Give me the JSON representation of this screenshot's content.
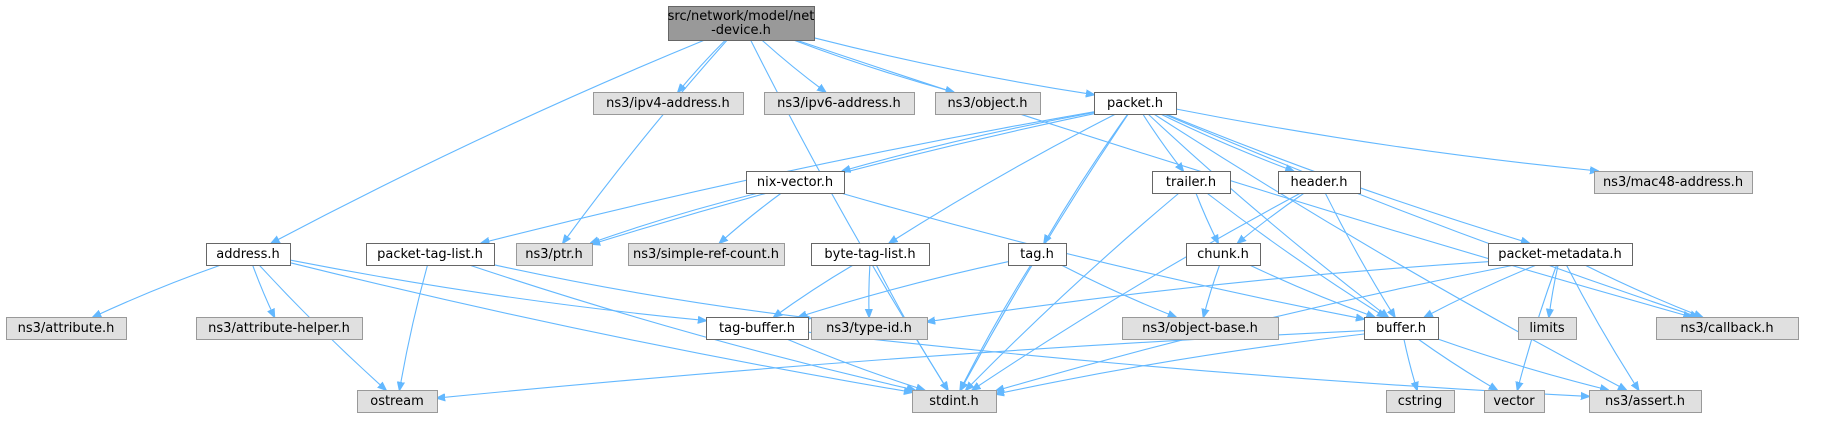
{
  "diagram": {
    "nodes": [
      {
        "id": "root",
        "kind": "root",
        "lines": [
          "src/network/model/net",
          "-device.h"
        ]
      },
      {
        "id": "address",
        "kind": "local",
        "lines": [
          "address.h"
        ]
      },
      {
        "id": "ipv4",
        "kind": "external",
        "lines": [
          "ns3/ipv4-address.h"
        ]
      },
      {
        "id": "ipv6",
        "kind": "external",
        "lines": [
          "ns3/ipv6-address.h"
        ]
      },
      {
        "id": "object",
        "kind": "external",
        "lines": [
          "ns3/object.h"
        ]
      },
      {
        "id": "packet",
        "kind": "local",
        "lines": [
          "packet.h"
        ]
      },
      {
        "id": "nixvector",
        "kind": "local",
        "lines": [
          "nix-vector.h"
        ]
      },
      {
        "id": "trailer",
        "kind": "local",
        "lines": [
          "trailer.h"
        ]
      },
      {
        "id": "header",
        "kind": "local",
        "lines": [
          "header.h"
        ]
      },
      {
        "id": "mac48",
        "kind": "external",
        "lines": [
          "ns3/mac48-address.h"
        ]
      },
      {
        "id": "packettaglist",
        "kind": "local",
        "lines": [
          "packet-tag-list.h"
        ]
      },
      {
        "id": "ptr",
        "kind": "external",
        "lines": [
          "ns3/ptr.h"
        ]
      },
      {
        "id": "simplerefcount",
        "kind": "external",
        "lines": [
          "ns3/simple-ref-count.h"
        ]
      },
      {
        "id": "bytetaglist",
        "kind": "local",
        "lines": [
          "byte-tag-list.h"
        ]
      },
      {
        "id": "tag",
        "kind": "local",
        "lines": [
          "tag.h"
        ]
      },
      {
        "id": "chunk",
        "kind": "local",
        "lines": [
          "chunk.h"
        ]
      },
      {
        "id": "packetmetadata",
        "kind": "local",
        "lines": [
          "packet-metadata.h"
        ]
      },
      {
        "id": "attribute",
        "kind": "external",
        "lines": [
          "ns3/attribute.h"
        ]
      },
      {
        "id": "attributehelper",
        "kind": "external",
        "lines": [
          "ns3/attribute-helper.h"
        ]
      },
      {
        "id": "tagbuffer",
        "kind": "local",
        "lines": [
          "tag-buffer.h"
        ]
      },
      {
        "id": "typeid",
        "kind": "external",
        "lines": [
          "ns3/type-id.h"
        ]
      },
      {
        "id": "objectbase",
        "kind": "external",
        "lines": [
          "ns3/object-base.h"
        ]
      },
      {
        "id": "buffer",
        "kind": "local",
        "lines": [
          "buffer.h"
        ]
      },
      {
        "id": "limits",
        "kind": "external",
        "lines": [
          "limits"
        ]
      },
      {
        "id": "callback",
        "kind": "external",
        "lines": [
          "ns3/callback.h"
        ]
      },
      {
        "id": "ostream",
        "kind": "external",
        "lines": [
          "ostream"
        ]
      },
      {
        "id": "stdint",
        "kind": "external",
        "lines": [
          "stdint.h"
        ]
      },
      {
        "id": "cstring",
        "kind": "external",
        "lines": [
          "cstring"
        ]
      },
      {
        "id": "vector",
        "kind": "external",
        "lines": [
          "vector"
        ]
      },
      {
        "id": "assert",
        "kind": "external",
        "lines": [
          "ns3/assert.h"
        ]
      }
    ],
    "edges": [
      [
        "root",
        "address"
      ],
      [
        "root",
        "ipv4"
      ],
      [
        "root",
        "ipv6"
      ],
      [
        "root",
        "object"
      ],
      [
        "root",
        "packet"
      ],
      [
        "root",
        "ptr"
      ],
      [
        "root",
        "stdint"
      ],
      [
        "root",
        "callback"
      ],
      [
        "address",
        "attribute"
      ],
      [
        "address",
        "attributehelper"
      ],
      [
        "address",
        "tagbuffer"
      ],
      [
        "address",
        "ostream"
      ],
      [
        "address",
        "stdint"
      ],
      [
        "packet",
        "nixvector"
      ],
      [
        "packet",
        "trailer"
      ],
      [
        "packet",
        "header"
      ],
      [
        "packet",
        "mac48"
      ],
      [
        "packet",
        "packettaglist"
      ],
      [
        "packet",
        "ptr"
      ],
      [
        "packet",
        "bytetaglist"
      ],
      [
        "packet",
        "tag"
      ],
      [
        "packet",
        "packetmetadata"
      ],
      [
        "packet",
        "buffer"
      ],
      [
        "packet",
        "callback"
      ],
      [
        "packet",
        "stdint"
      ],
      [
        "packet",
        "assert"
      ],
      [
        "nixvector",
        "ptr"
      ],
      [
        "nixvector",
        "simplerefcount"
      ],
      [
        "nixvector",
        "buffer"
      ],
      [
        "trailer",
        "chunk"
      ],
      [
        "trailer",
        "buffer"
      ],
      [
        "trailer",
        "stdint"
      ],
      [
        "header",
        "chunk"
      ],
      [
        "header",
        "buffer"
      ],
      [
        "header",
        "stdint"
      ],
      [
        "packettaglist",
        "typeid"
      ],
      [
        "packettaglist",
        "ostream"
      ],
      [
        "packettaglist",
        "stdint"
      ],
      [
        "bytetaglist",
        "tagbuffer"
      ],
      [
        "bytetaglist",
        "typeid"
      ],
      [
        "bytetaglist",
        "stdint"
      ],
      [
        "tag",
        "tagbuffer"
      ],
      [
        "tag",
        "objectbase"
      ],
      [
        "tag",
        "stdint"
      ],
      [
        "chunk",
        "objectbase"
      ],
      [
        "chunk",
        "buffer"
      ],
      [
        "packetmetadata",
        "typeid"
      ],
      [
        "packetmetadata",
        "buffer"
      ],
      [
        "packetmetadata",
        "limits"
      ],
      [
        "packetmetadata",
        "callback"
      ],
      [
        "packetmetadata",
        "vector"
      ],
      [
        "packetmetadata",
        "assert"
      ],
      [
        "packetmetadata",
        "stdint"
      ],
      [
        "tagbuffer",
        "stdint"
      ],
      [
        "tagbuffer",
        "assert"
      ],
      [
        "buffer",
        "ostream"
      ],
      [
        "buffer",
        "stdint"
      ],
      [
        "buffer",
        "cstring"
      ],
      [
        "buffer",
        "vector"
      ],
      [
        "buffer",
        "assert"
      ]
    ]
  }
}
